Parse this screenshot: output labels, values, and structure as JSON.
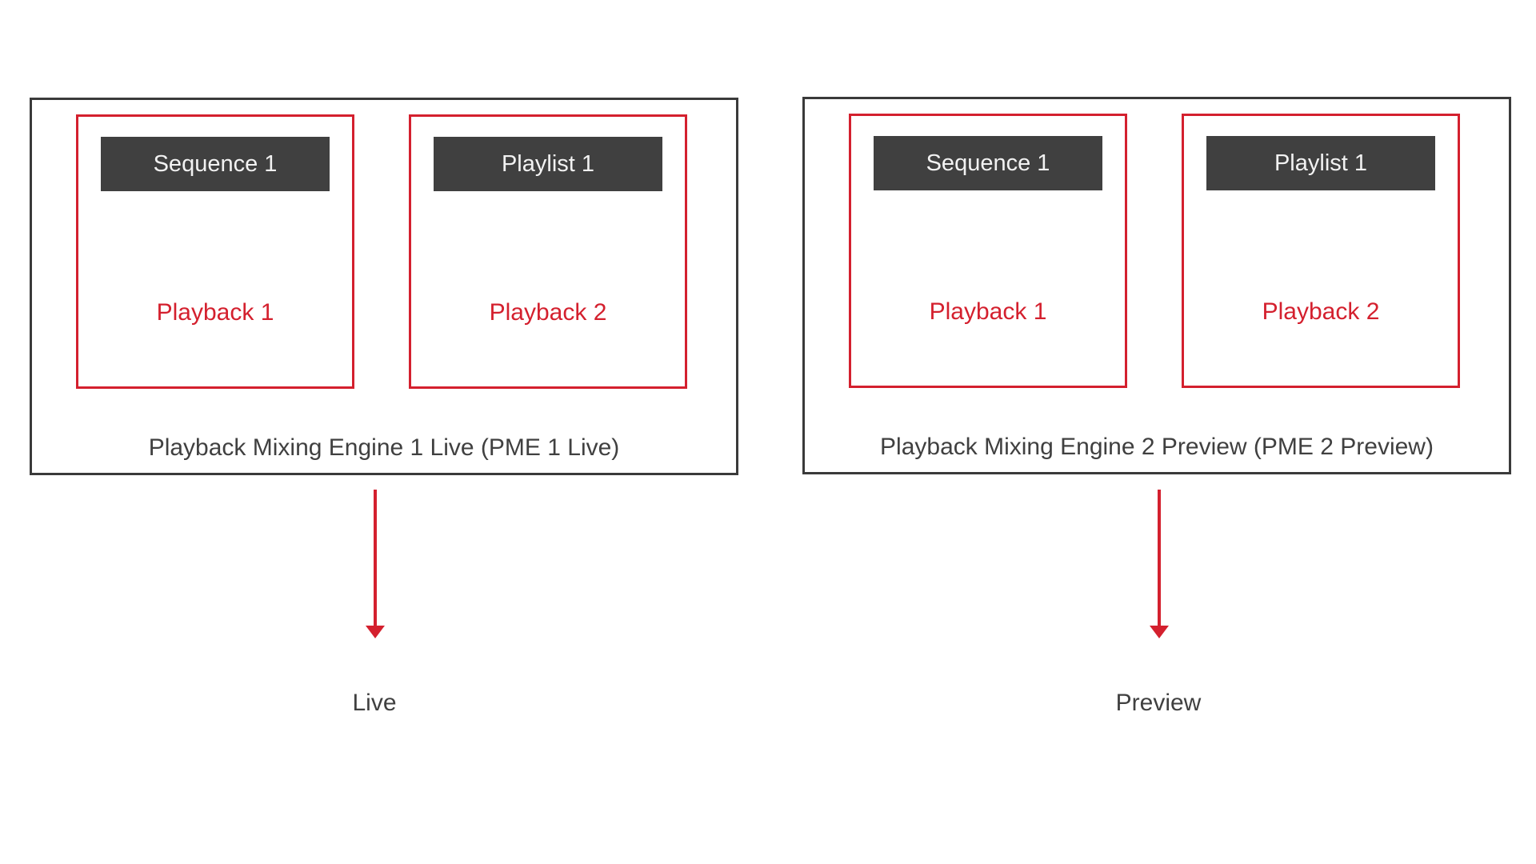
{
  "engines": [
    {
      "title": "Playback Mixing Engine 1 Live (PME 1 Live)",
      "playbacks": [
        {
          "source": "Sequence 1",
          "label": "Playback 1"
        },
        {
          "source": "Playlist 1",
          "label": "Playback 2"
        }
      ],
      "output": "Live"
    },
    {
      "title": "Playback Mixing Engine 2 Preview (PME 2 Preview)",
      "playbacks": [
        {
          "source": "Sequence 1",
          "label": "Playback 1"
        },
        {
          "source": "Playlist 1",
          "label": "Playback 2"
        }
      ],
      "output": "Preview"
    }
  ],
  "colors": {
    "accent": "#d4202e",
    "engine_border": "#3a3a3a",
    "source_bar": "#404040",
    "text": "#404040"
  }
}
